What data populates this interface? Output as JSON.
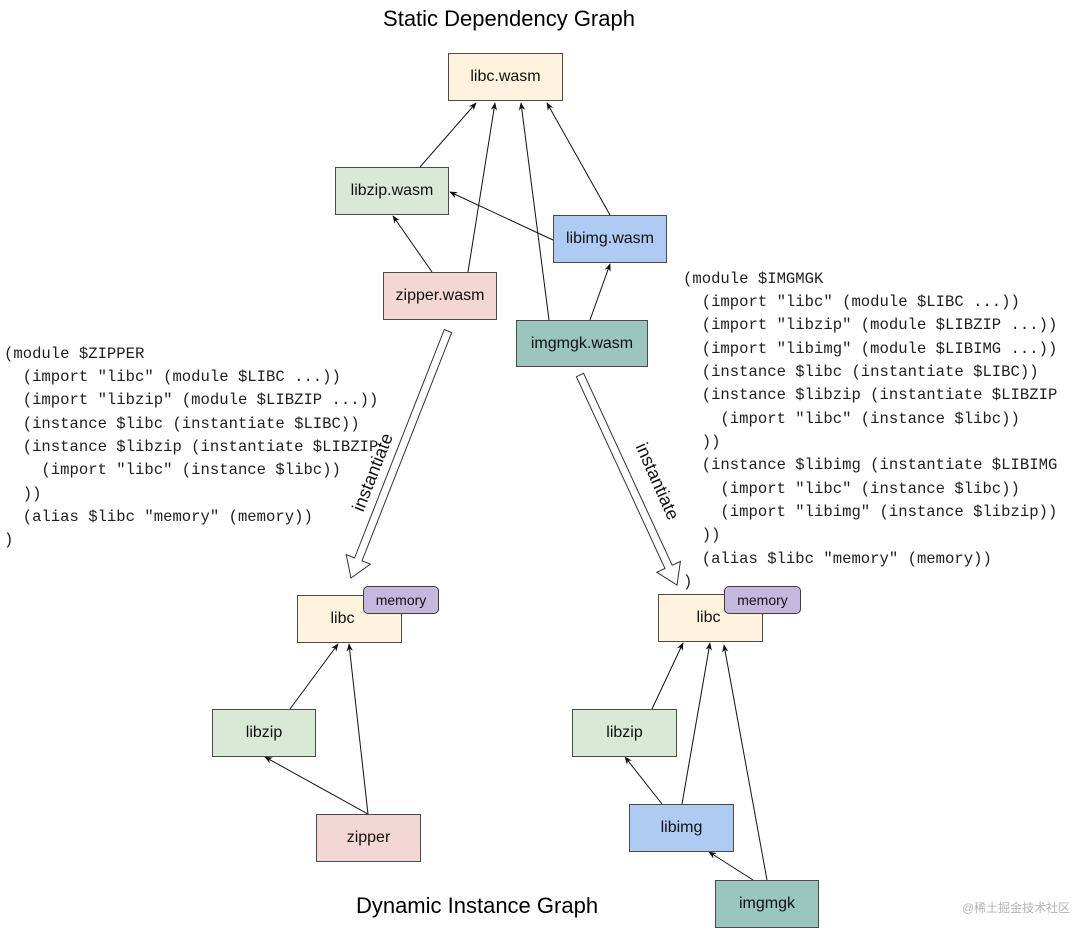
{
  "titles": {
    "static": "Static Dependency Graph",
    "dynamic": "Dynamic Instance Graph"
  },
  "colors": {
    "libc": "#fff3de",
    "libzip": "#dae8d6",
    "libimg": "#aecbf3",
    "zipper": "#f2d7d4",
    "imgmgk": "#9ac6bd",
    "memory": "#c4b8df",
    "edge": "#111111"
  },
  "static_graph": {
    "nodes": [
      {
        "id": "libc.wasm",
        "label": "libc.wasm",
        "color_key": "libc"
      },
      {
        "id": "libzip.wasm",
        "label": "libzip.wasm",
        "color_key": "libzip"
      },
      {
        "id": "libimg.wasm",
        "label": "libimg.wasm",
        "color_key": "libimg"
      },
      {
        "id": "zipper.wasm",
        "label": "zipper.wasm",
        "color_key": "zipper"
      },
      {
        "id": "imgmgk.wasm",
        "label": "imgmgk.wasm",
        "color_key": "imgmgk"
      }
    ],
    "edges": [
      {
        "from": "libzip.wasm",
        "to": "libc.wasm"
      },
      {
        "from": "zipper.wasm",
        "to": "libc.wasm"
      },
      {
        "from": "imgmgk.wasm",
        "to": "libc.wasm"
      },
      {
        "from": "libimg.wasm",
        "to": "libc.wasm"
      },
      {
        "from": "libimg.wasm",
        "to": "libzip.wasm"
      },
      {
        "from": "zipper.wasm",
        "to": "libzip.wasm"
      },
      {
        "from": "imgmgk.wasm",
        "to": "libimg.wasm"
      }
    ]
  },
  "dynamic_graphs": [
    {
      "name": "zipper",
      "nodes": [
        {
          "id": "libc",
          "label": "libc",
          "color_key": "libc",
          "badge": "memory"
        },
        {
          "id": "libzip",
          "label": "libzip",
          "color_key": "libzip"
        },
        {
          "id": "zipper",
          "label": "zipper",
          "color_key": "zipper"
        }
      ],
      "edges": [
        {
          "from": "libzip",
          "to": "libc"
        },
        {
          "from": "zipper",
          "to": "libc"
        },
        {
          "from": "zipper",
          "to": "libzip"
        }
      ]
    },
    {
      "name": "imgmgk",
      "nodes": [
        {
          "id": "libc",
          "label": "libc",
          "color_key": "libc",
          "badge": "memory"
        },
        {
          "id": "libzip",
          "label": "libzip",
          "color_key": "libzip"
        },
        {
          "id": "libimg",
          "label": "libimg",
          "color_key": "libimg"
        },
        {
          "id": "imgmgk",
          "label": "imgmgk",
          "color_key": "imgmgk"
        }
      ],
      "edges": [
        {
          "from": "libzip",
          "to": "libc"
        },
        {
          "from": "libimg",
          "to": "libc"
        },
        {
          "from": "imgmgk",
          "to": "libc"
        },
        {
          "from": "libimg",
          "to": "libzip"
        },
        {
          "from": "imgmgk",
          "to": "libimg"
        }
      ]
    }
  ],
  "instantiate_arrows": [
    {
      "label": "instantiate",
      "from": "zipper.wasm",
      "to": "zipper instance graph"
    },
    {
      "label": "instantiate",
      "from": "imgmgk.wasm",
      "to": "imgmgk instance graph"
    }
  ],
  "code_blocks": {
    "zipper": [
      "(module $ZIPPER",
      "  (import \"libc\" (module $LIBC ...))",
      "  (import \"libzip\" (module $LIBZIP ...))",
      "  (instance $libc (instantiate $LIBC))",
      "  (instance $libzip (instantiate $LIBZIP",
      "    (import \"libc\" (instance $libc))",
      "  ))",
      "  (alias $libc \"memory\" (memory))",
      ")"
    ],
    "imgmgk": [
      "(module $IMGMGK",
      "  (import \"libc\" (module $LIBC ...))",
      "  (import \"libzip\" (module $LIBZIP ...))",
      "  (import \"libimg\" (module $LIBIMG ...))",
      "  (instance $libc (instantiate $LIBC))",
      "  (instance $libzip (instantiate $LIBZIP",
      "    (import \"libc\" (instance $libc))",
      "  ))",
      "  (instance $libimg (instantiate $LIBIMG",
      "    (import \"libc\" (instance $libc))",
      "    (import \"libimg\" (instance $libzip))",
      "  ))",
      "  (alias $libc \"memory\" (memory))",
      ")"
    ]
  },
  "watermark": "@稀土掘金技术社区"
}
